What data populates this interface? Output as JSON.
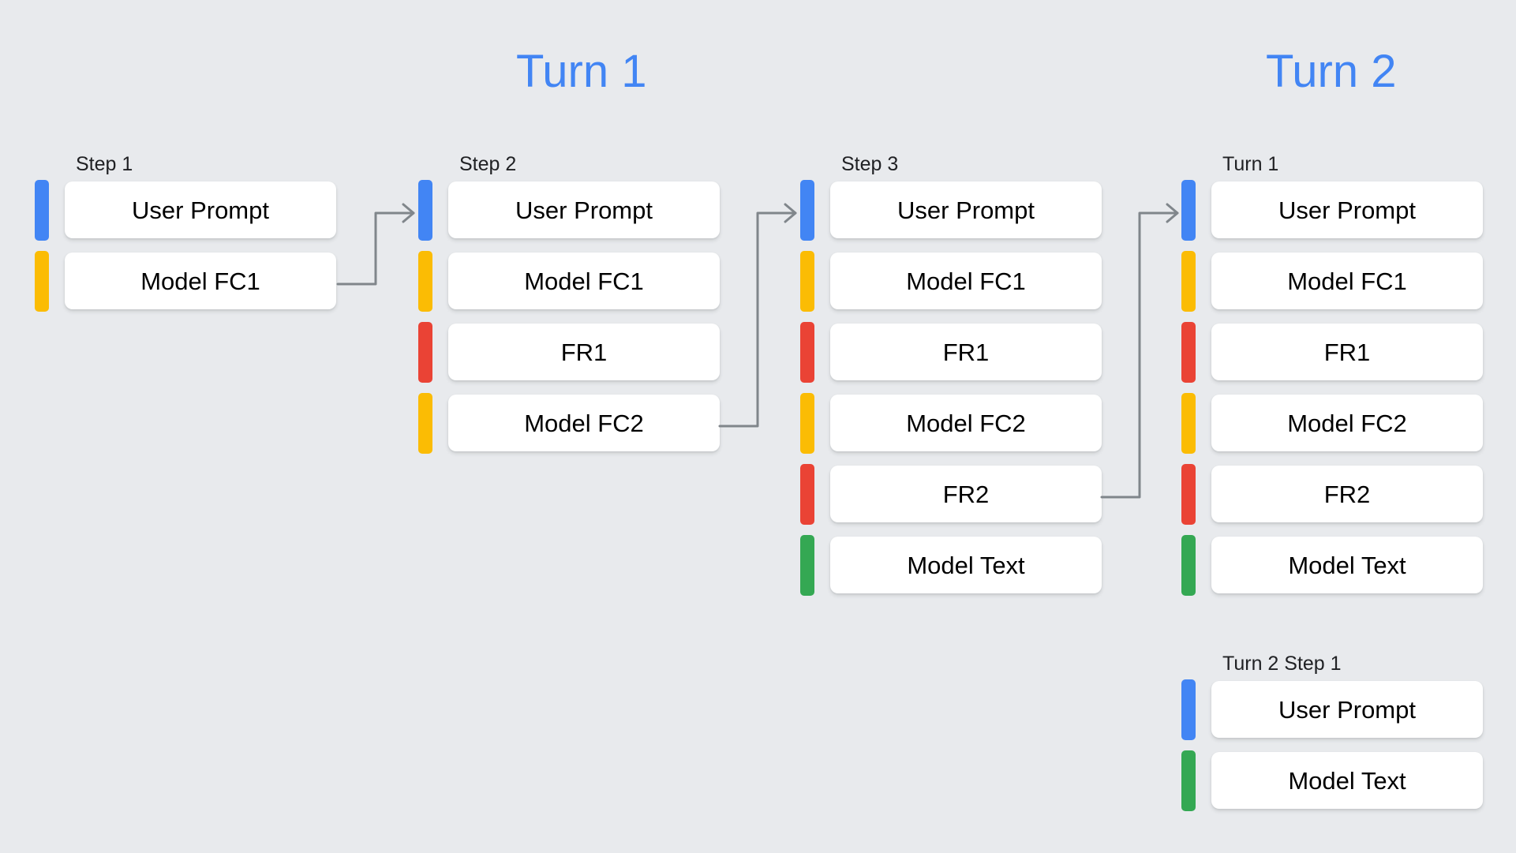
{
  "background_color": "#e8eaed",
  "accent_color": "#4285f4",
  "legend_colors": {
    "user_prompt": "#4285f4",
    "model_function_call": "#fbbc04",
    "function_response": "#ea4335",
    "model_text": "#34a853"
  },
  "titles": {
    "turn1": "Turn 1",
    "turn2": "Turn 2"
  },
  "columns": [
    {
      "id": "step1",
      "label": "Step 1",
      "rows": [
        {
          "label": "User Prompt",
          "color": "blue"
        },
        {
          "label": "Model FC1",
          "color": "yellow"
        }
      ]
    },
    {
      "id": "step2",
      "label": "Step 2",
      "rows": [
        {
          "label": "User Prompt",
          "color": "blue"
        },
        {
          "label": "Model FC1",
          "color": "yellow"
        },
        {
          "label": "FR1",
          "color": "red"
        },
        {
          "label": "Model FC2",
          "color": "yellow"
        }
      ]
    },
    {
      "id": "step3",
      "label": "Step 3",
      "rows": [
        {
          "label": "User Prompt",
          "color": "blue"
        },
        {
          "label": "Model FC1",
          "color": "yellow"
        },
        {
          "label": "FR1",
          "color": "red"
        },
        {
          "label": "Model FC2",
          "color": "yellow"
        },
        {
          "label": "FR2",
          "color": "red"
        },
        {
          "label": "Model Text",
          "color": "green"
        }
      ]
    },
    {
      "id": "turn1",
      "label": "Turn 1",
      "rows": [
        {
          "label": "User Prompt",
          "color": "blue"
        },
        {
          "label": "Model FC1",
          "color": "yellow"
        },
        {
          "label": "FR1",
          "color": "red"
        },
        {
          "label": "Model FC2",
          "color": "yellow"
        },
        {
          "label": "FR2",
          "color": "red"
        },
        {
          "label": "Model Text",
          "color": "green"
        }
      ]
    },
    {
      "id": "turn2step1",
      "label": "Turn 2 Step 1",
      "rows": [
        {
          "label": "User Prompt",
          "color": "blue"
        },
        {
          "label": "Model Text",
          "color": "green"
        }
      ]
    }
  ],
  "connectors": [
    {
      "id": "connector-1",
      "from": "step1.Model FC1",
      "to": "step2.User Prompt"
    },
    {
      "id": "connector-2",
      "from": "step2.Model FC2",
      "to": "step3.User Prompt"
    },
    {
      "id": "connector-3",
      "from": "step3.FR2",
      "to": "turn1.User Prompt"
    }
  ]
}
